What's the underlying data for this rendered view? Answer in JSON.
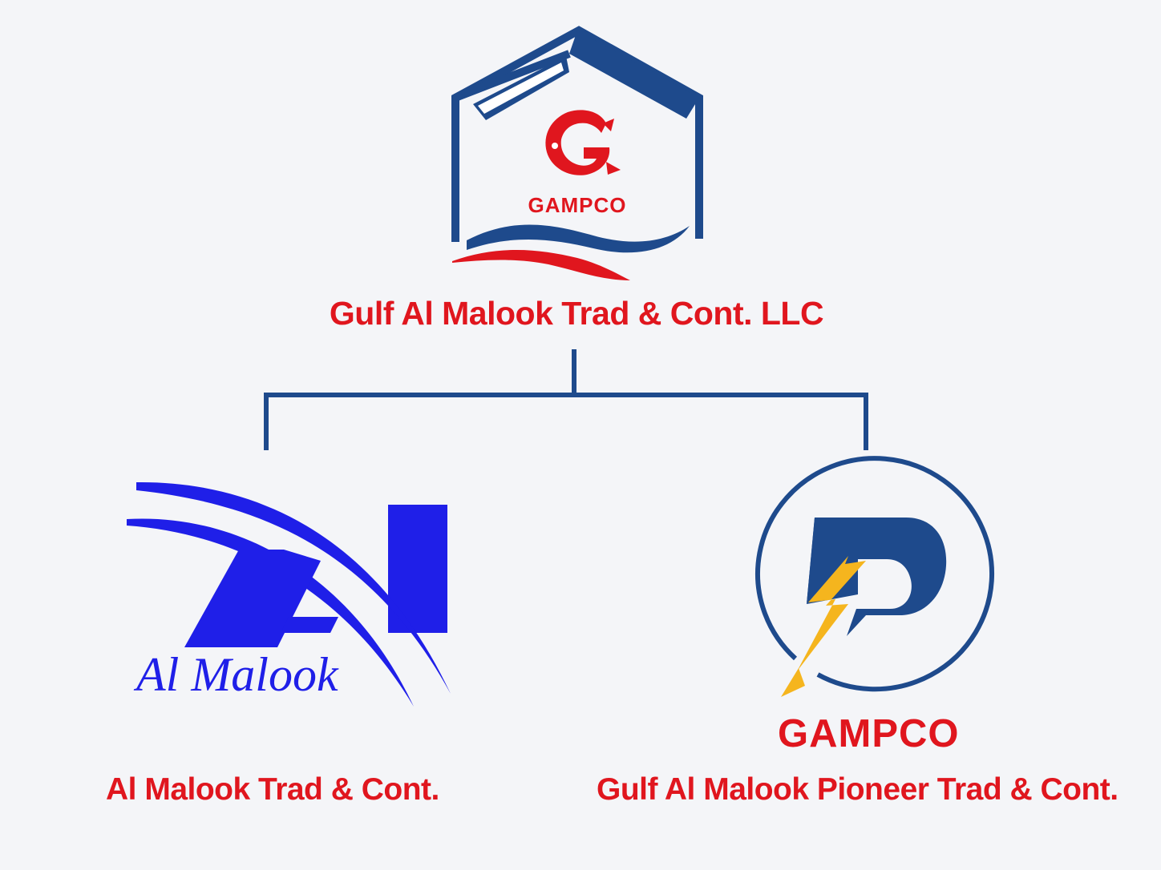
{
  "colors": {
    "navy": "#1e4a8c",
    "red": "#e0161e",
    "royal_blue": "#1f1fe8",
    "amber": "#f5b51e",
    "background": "#f4f5f8"
  },
  "icons": {
    "top": "gampco-house-wave-logo",
    "left": "al-malook-arcs-logo",
    "right": "gampco-p-lightning-logo"
  },
  "diagram": {
    "type": "org-chart",
    "root": {
      "logo_text": "GAMPCO",
      "title": "Gulf Al Malook Trad & Cont. LLC"
    },
    "children": [
      {
        "logo_text": "Al Malook",
        "title": "Al Malook Trad & Cont."
      },
      {
        "logo_text": "GAMPCO",
        "title": "Gulf Al Malook Pioneer Trad & Cont."
      }
    ]
  }
}
